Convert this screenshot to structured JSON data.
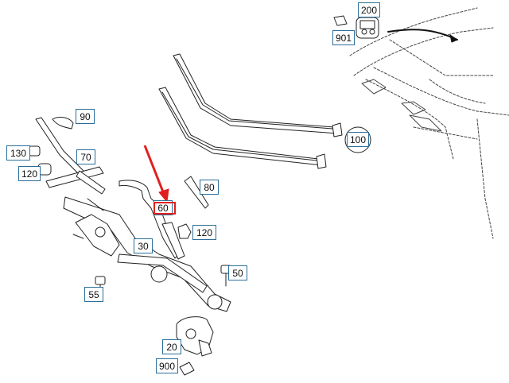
{
  "diagram": {
    "labels": {
      "l200": "200",
      "l901": "901",
      "l90": "90",
      "l130": "130",
      "l70": "70",
      "l120a": "120",
      "l80": "80",
      "l60": "60",
      "l120b": "120",
      "l30": "30",
      "l50": "50",
      "l55": "55",
      "l20": "20",
      "l900": "900",
      "l100": "100"
    },
    "colors": {
      "line": "#222222",
      "callout_border": "#2a6e9a",
      "highlight": "#e0201e",
      "arrow": "#e0201e"
    }
  }
}
